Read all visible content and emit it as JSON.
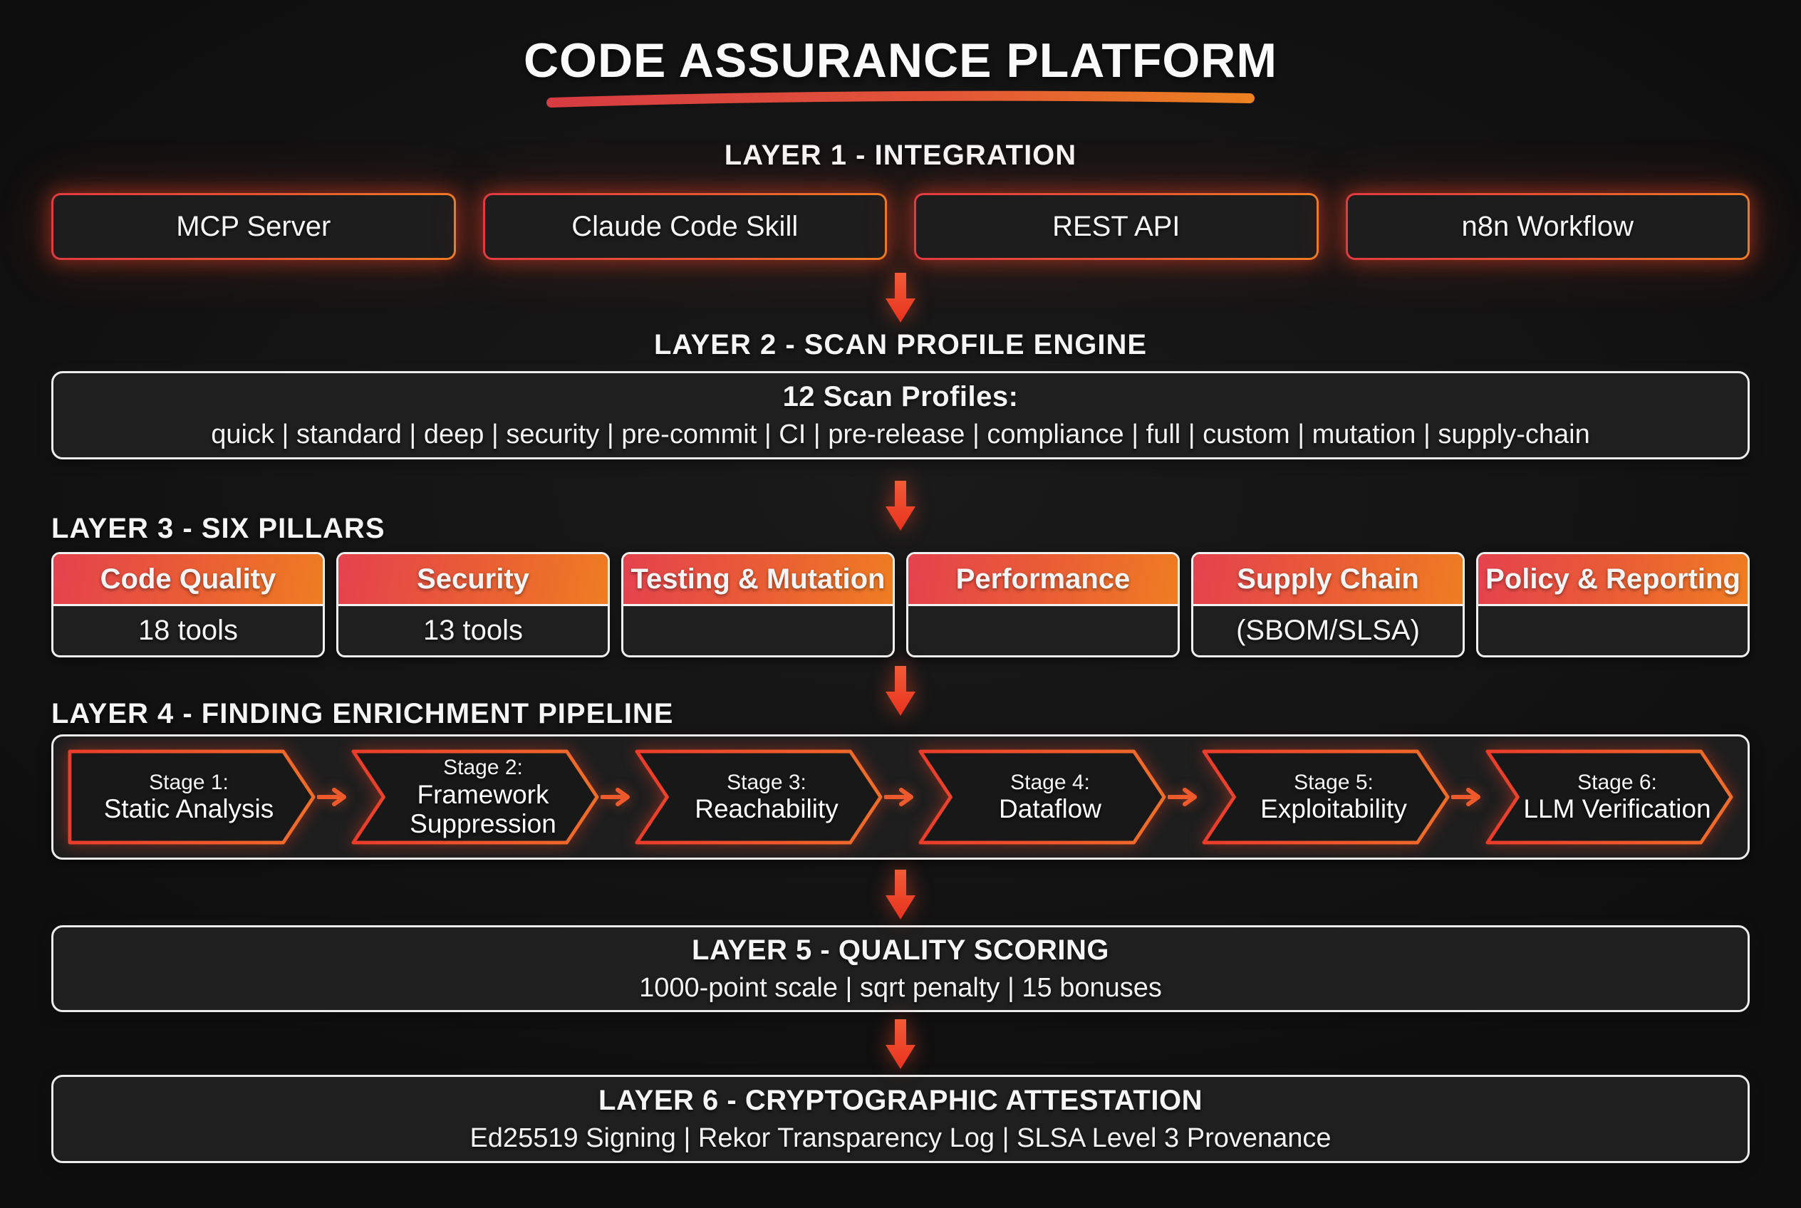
{
  "title": "CODE ASSURANCE PLATFORM",
  "layer1": {
    "heading": "LAYER 1 - INTEGRATION",
    "boxes": [
      "MCP Server",
      "Claude Code Skill",
      "REST API",
      "n8n Workflow"
    ]
  },
  "layer2": {
    "heading": "LAYER 2 - SCAN PROFILE ENGINE",
    "box_title": "12 Scan Profiles:",
    "profiles": "quick | standard | deep | security | pre-commit | CI | pre-release | compliance | full | custom | mutation | supply-chain"
  },
  "layer3": {
    "heading": "LAYER 3 - SIX PILLARS",
    "pillars": [
      {
        "title": "Code Quality",
        "subtitle": "18 tools"
      },
      {
        "title": "Security",
        "subtitle": "13 tools"
      },
      {
        "title": "Testing & Mutation",
        "subtitle": ""
      },
      {
        "title": "Performance",
        "subtitle": ""
      },
      {
        "title": "Supply Chain",
        "subtitle": "(SBOM/SLSA)"
      },
      {
        "title": "Policy & Reporting",
        "subtitle": ""
      }
    ]
  },
  "layer4": {
    "heading": "LAYER 4 - FINDING ENRICHMENT PIPELINE",
    "stages": [
      {
        "label": "Stage 1:",
        "name": "Static Analysis"
      },
      {
        "label": "Stage 2:",
        "name": "Framework Suppression"
      },
      {
        "label": "Stage 3:",
        "name": "Reachability"
      },
      {
        "label": "Stage 4:",
        "name": "Dataflow"
      },
      {
        "label": "Stage 5:",
        "name": "Exploitability"
      },
      {
        "label": "Stage 6:",
        "name": "LLM Verification"
      }
    ]
  },
  "layer5": {
    "title": "LAYER 5 - QUALITY SCORING",
    "subtitle": "1000-point scale | sqrt penalty | 15 bonuses"
  },
  "layer6": {
    "title": "LAYER 6 - CRYPTOGRAPHIC ATTESTATION",
    "subtitle": "Ed25519 Signing | Rekor Transparency Log | SLSA Level 3 Provenance"
  },
  "colors": {
    "background": "#141414",
    "panel": "#1f1f1f",
    "red": "#e23a41",
    "orange": "#ee7b24",
    "arrow_red": "#f04a30",
    "border_white": "#ececec",
    "text": "#f5f5f5"
  }
}
